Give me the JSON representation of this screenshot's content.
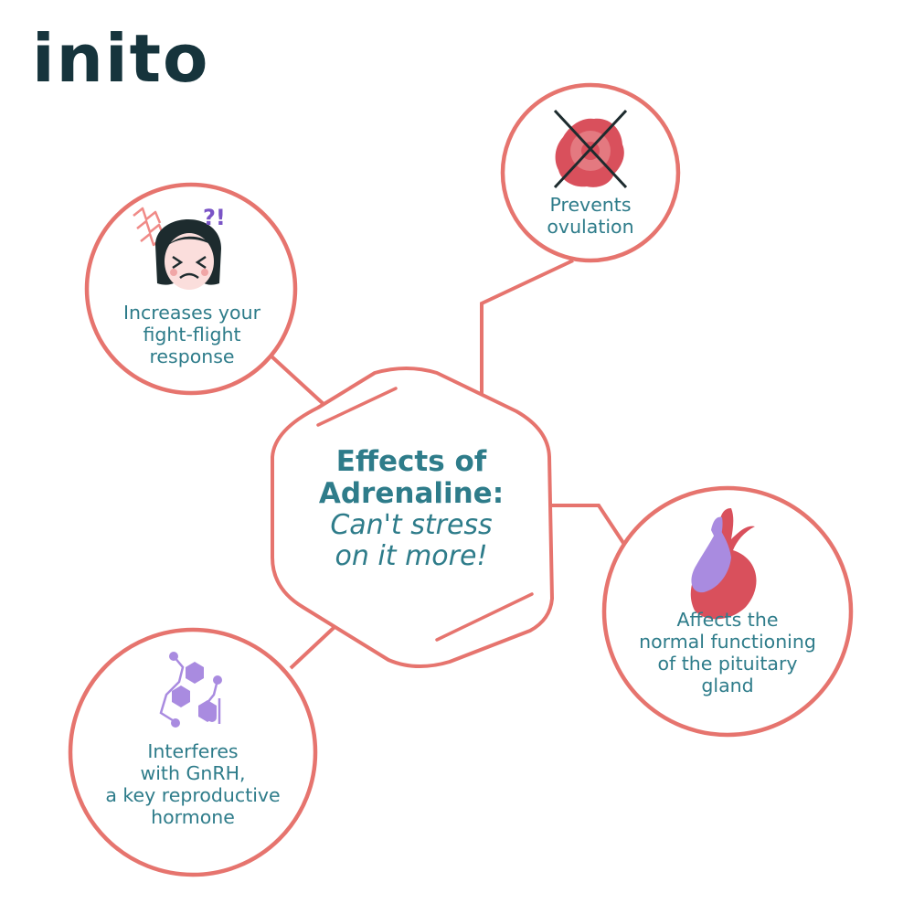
{
  "brand": {
    "logo_text": "inito"
  },
  "colors": {
    "ring": "#e6746e",
    "text": "#2e7c8a",
    "logo": "#16343c",
    "purple": "#a98be0",
    "red": "#d9505c",
    "zigzag": "#f08a87",
    "hair": "#1d2b2e"
  },
  "center": {
    "title_line1": "Effects of",
    "title_line2": "Adrenaline:",
    "subtitle_line1": "Can't stress",
    "subtitle_line2": "on it more!"
  },
  "nodes": [
    {
      "id": "fight-flight",
      "icon": "stressed-face-icon",
      "lines": [
        "Increases your",
        "fight-flight",
        "response"
      ],
      "exclamation": "?!"
    },
    {
      "id": "ovulation",
      "icon": "crossed-egg-icon",
      "lines": [
        "Prevents",
        "ovulation"
      ]
    },
    {
      "id": "pituitary",
      "icon": "pituitary-gland-icon",
      "lines": [
        "Affects the",
        "normal functioning",
        "of the pituitary",
        "gland"
      ]
    },
    {
      "id": "gnrh",
      "icon": "molecule-icon",
      "lines": [
        "Interferes",
        "with GnRH,",
        "a key reproductive",
        "hormone"
      ]
    }
  ]
}
